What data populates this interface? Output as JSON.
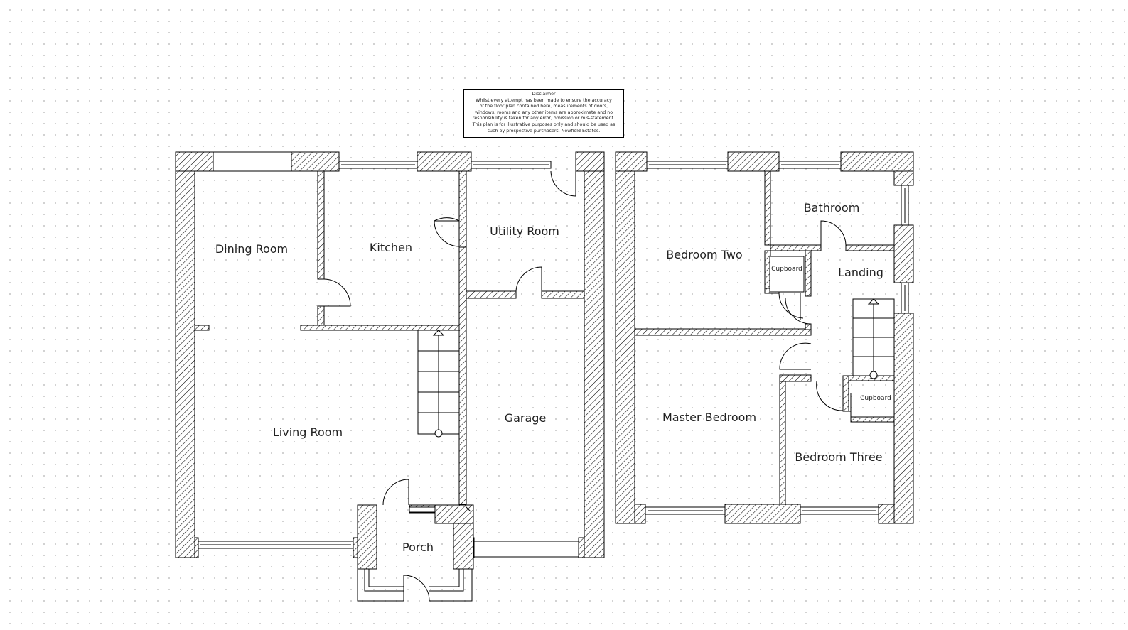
{
  "disclaimer": {
    "title": "Disclaimer",
    "lines": [
      "Whilst every attempt has been made to ensure the accuracy",
      "of the floor plan contained here, measurements of doors,",
      "windows, rooms and any other items are approximate and no",
      "responsibility is taken for any error, omission or mis-statement.",
      "This plan is for illustrative purposes only and should be used as",
      "such by prospective purchasers. Newfield Estates."
    ]
  },
  "ground_floor": {
    "dining_room": "Dining Room",
    "kitchen": "Kitchen",
    "utility_room": "Utility Room",
    "living_room": "Living Room",
    "garage": "Garage",
    "porch": "Porch"
  },
  "first_floor": {
    "bathroom": "Bathroom",
    "bedroom_two": "Bedroom Two",
    "landing": "Landing",
    "cupboard_upper": "Cupboard",
    "cupboard_lower": "Cupboard",
    "master_bedroom": "Master Bedroom",
    "bedroom_three": "Bedroom Three"
  },
  "colors": {
    "line": "#000000",
    "background": "#ffffff",
    "grid_dot": "#c9c9c9"
  }
}
